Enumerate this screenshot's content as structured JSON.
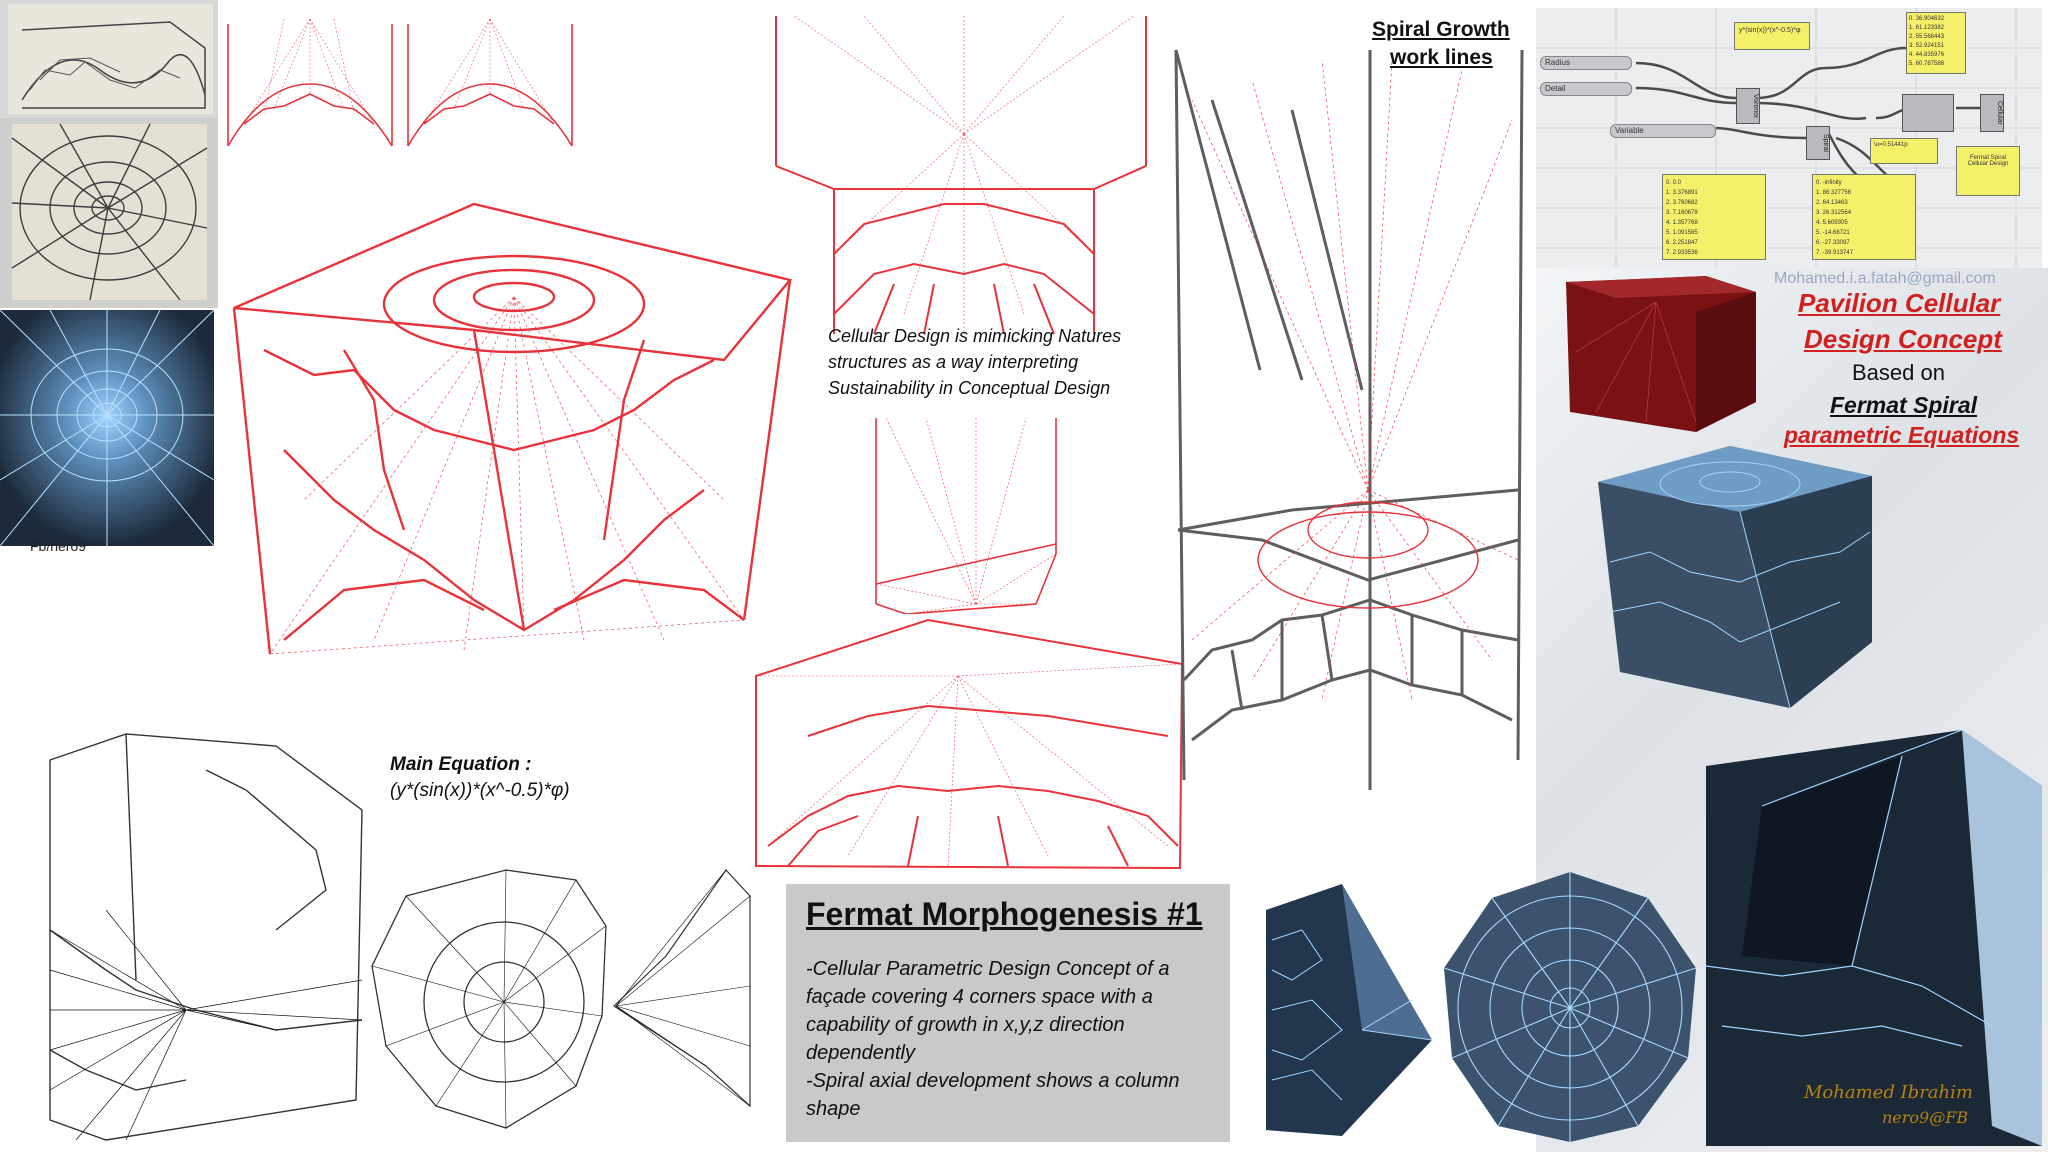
{
  "colors": {
    "red_line": "#e8333b",
    "dark_line": "#555555",
    "blue_glow": "#8fc8f2",
    "dark_panel": "#1f3043",
    "card_gray": "#c8c9cb",
    "title_red": "#d1201e",
    "watermark_gold": "#b8820d"
  },
  "captions": {
    "fb_credit": "Fb/nero9",
    "spiral_title_1": "Spiral Growth",
    "spiral_title_2": "work lines",
    "cellular_note_1": "Cellular Design is mimicking Natures",
    "cellular_note_2": "structures as a way interpreting",
    "cellular_note_3": "Sustainability in Conceptual  Design",
    "equation_label": "Main Equation :",
    "equation": "(y*(sin(x))*(x^-0.5)*φ)",
    "email": "Mohamed.i.a.fatah@gmail.com"
  },
  "concept": {
    "line1": "Pavilion Cellular",
    "line2": "Design Concept",
    "line3": "Based on",
    "line4": "Fermat Spiral",
    "line5": "parametric Equations"
  },
  "card": {
    "title": "Fermat Morphogenesis #1",
    "body_1": "-Cellular Parametric Design Concept of a",
    "body_2": "façade covering 4 corners space with a",
    "body_3": "capability of growth in x,y,z direction",
    "body_4": "dependently",
    "body_5": "-Spiral axial development shows a column",
    "body_6": "shape"
  },
  "grasshopper": {
    "inputs": [
      "Radius",
      "Detail",
      "Variable"
    ],
    "node_labels": [
      "Voronoi",
      "Spiral",
      "Cellular"
    ],
    "top_panel": "y*(sin(x))*(x^-0.5)*φ",
    "list_1": [
      "0. 36.904632",
      "1. 61.123382",
      "2. 55.568443",
      "3. 52.924151",
      "4. 44.835976",
      "5. 60.787586"
    ],
    "list_2": [
      "0. 0.0",
      "1. 3.376891",
      "2. 3.760682",
      "3. 7.160679",
      "4. 1.357768",
      "5. 1.091585",
      "6. 2.251847",
      "7. 2.933536"
    ],
    "list_3": [
      "0. -infinity",
      "1. 86.327756",
      "2. 64.13463",
      "3. 26.312564",
      "4. 5.609305",
      "5. -14.68721",
      "6. -27.33097",
      "7. -39.913747"
    ],
    "side_note_1": "\\u=0.51441p",
    "side_note_2": "Fermat Spiral Cellular Design"
  },
  "watermark": {
    "line1": "Mohamed Ibrahim",
    "line2": "nero9@FB"
  }
}
